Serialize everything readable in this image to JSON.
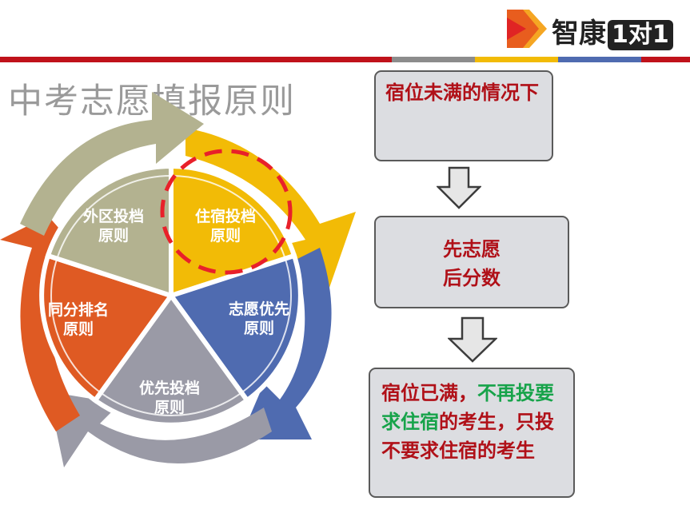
{
  "title": "中考志愿填报原则",
  "logo": {
    "brand": "智康",
    "badge": "1对1"
  },
  "cycle": {
    "segments": [
      {
        "label_line1": "住宿投档",
        "label_line2": "原则",
        "color": "#f2bb06"
      },
      {
        "label_line1": "志愿优先",
        "label_line2": "原则",
        "color": "#4f6bb0"
      },
      {
        "label_line1": "优先投档",
        "label_line2": "原则",
        "color": "#9a9aa6"
      },
      {
        "label_line1": "同分排名",
        "label_line2": "原则",
        "color": "#df5a23"
      },
      {
        "label_line1": "外区投档",
        "label_line2": "原则",
        "color": "#b3b290"
      }
    ],
    "highlight_color": "#e8202a"
  },
  "flow": {
    "box1": "宿位未满的情况下",
    "box2_line1": "先志愿",
    "box2_line2": "后分数",
    "box3_part1": "宿位已满，",
    "box3_part2": "不再投要求住宿",
    "box3_part3": "的考生，只投不要求住宿的考生"
  },
  "colors": {
    "accent_red": "#b01018",
    "accent_green": "#17a34a",
    "stripe_red": "#c0121a"
  }
}
